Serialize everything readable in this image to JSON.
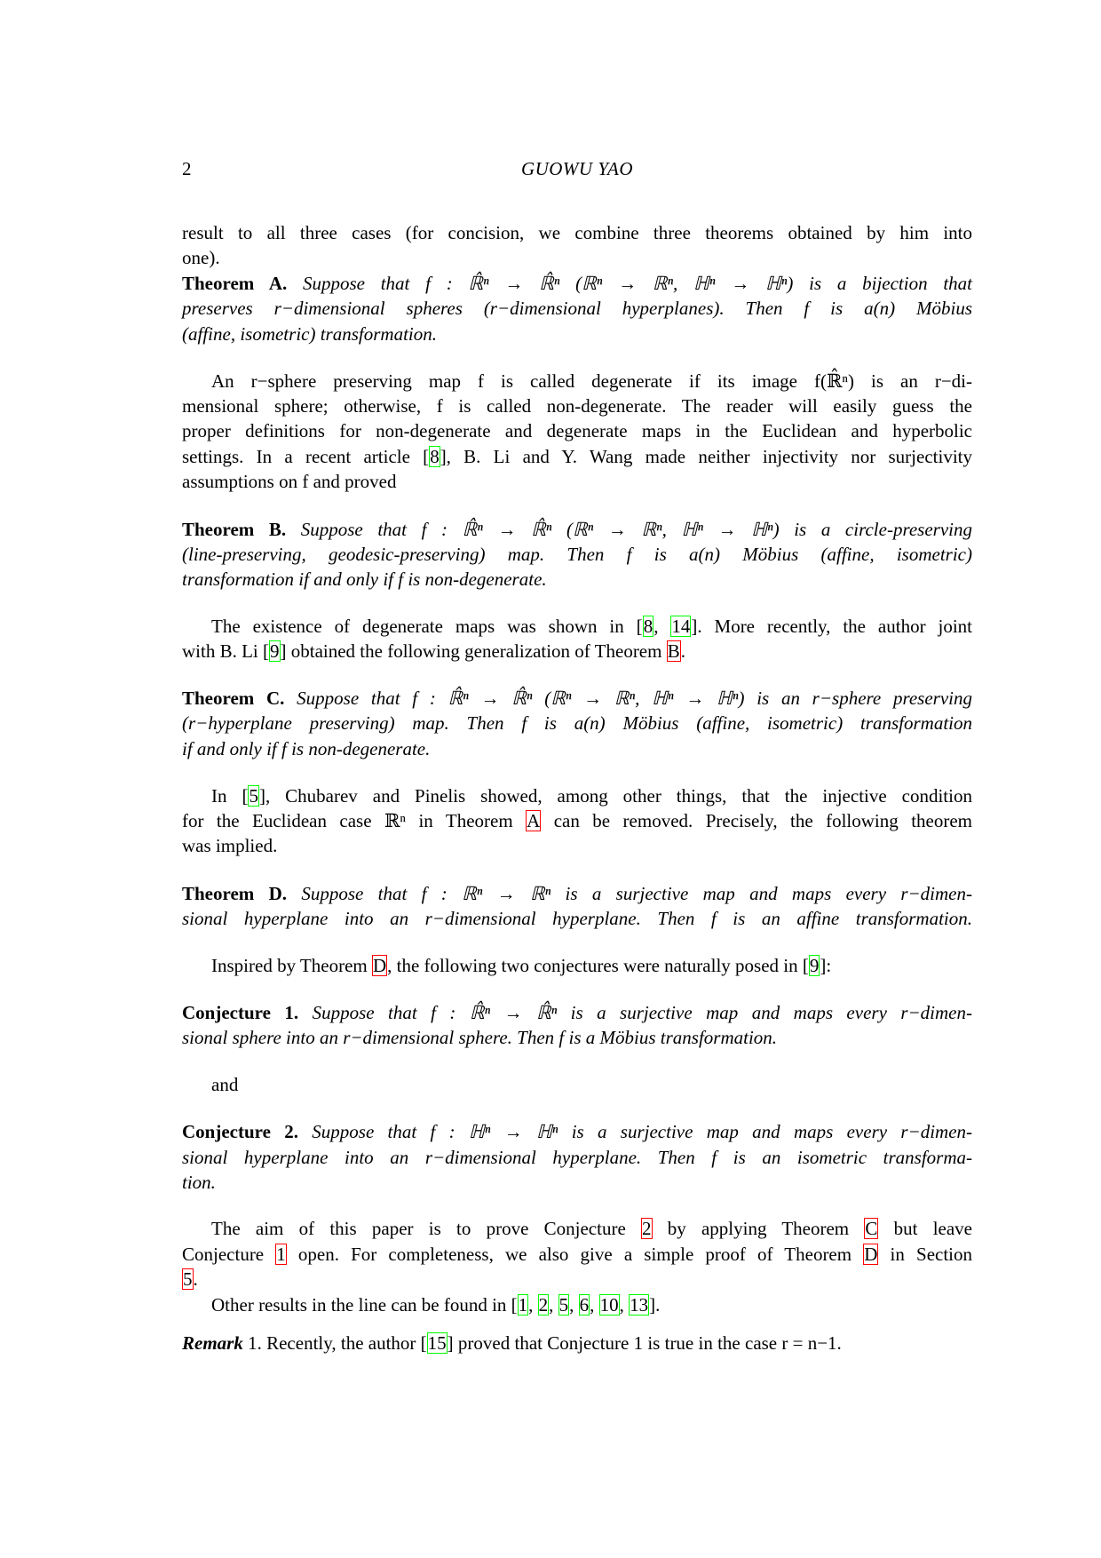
{
  "header": {
    "page_number": "2",
    "running_title": "GUOWU YAO"
  },
  "link_colors": {
    "citation_box": "#00ff00",
    "internal_ref_box": "#ff0000"
  },
  "lines": {
    "l01": "result to all three cases (for concision, we combine three theorems obtained by him into",
    "l02": "one).",
    "thmA_label": "Theorem A.",
    "thmA_1": "Suppose that f : ℝ̂ⁿ → ℝ̂ⁿ (ℝⁿ → ℝⁿ, ℍⁿ → ℍⁿ) is a bijection that",
    "thmA_2": "preserves r−dimensional spheres (r−dimensional hyperplanes).  Then f is a(n) Möbius",
    "thmA_3": "(affine, isometric) transformation.",
    "p1_1": "An r−sphere preserving map f is called degenerate if its image f(ℝ̂ⁿ) is an r−di-",
    "p1_2": "mensional sphere; otherwise, f is called non-degenerate.  The reader will easily guess the",
    "p1_3": "proper definitions for non-degenerate and degenerate maps in the Euclidean and hyperbolic",
    "p1_4a": "settings.  In a recent article [",
    "p1_4b": "], B. Li and Y. Wang made neither injectivity nor surjectivity",
    "p1_5": "assumptions on f and proved",
    "thmB_label": "Theorem B.",
    "thmB_1": "Suppose that f : ℝ̂ⁿ → ℝ̂ⁿ (ℝⁿ → ℝⁿ, ℍⁿ → ℍⁿ) is a circle-preserving",
    "thmB_2": "(line-preserving, geodesic-preserving) map.  Then f is a(n) Möbius (affine, isometric)",
    "thmB_3": "transformation if and only if f is non-degenerate.",
    "p2_1a": "The existence of degenerate maps was shown in [",
    "p2_1b": "]. More recently, the author joint",
    "p2_2a": "with B. Li [",
    "p2_2b": "] obtained the following generalization of Theorem ",
    "thmC_label": "Theorem C.",
    "thmC_1": "Suppose that f : ℝ̂ⁿ → ℝ̂ⁿ (ℝⁿ → ℝⁿ, ℍⁿ → ℍⁿ) is an r−sphere preserving",
    "thmC_2": "(r−hyperplane preserving) map. Then f is a(n) Möbius (affine, isometric) transformation",
    "thmC_3": "if and only if f is non-degenerate.",
    "p3_1a": "In [",
    "p3_1b": "], Chubarev and Pinelis showed, among other things, that the injective condition",
    "p3_2a": "for the Euclidean case ℝⁿ in Theorem ",
    "p3_2b": " can be removed. Precisely, the following theorem",
    "p3_3": "was implied.",
    "thmD_label": "Theorem D.",
    "thmD_1": "Suppose that f : ℝⁿ → ℝⁿ is a surjective map and maps every r−dimen-",
    "thmD_2": "sional hyperplane into an r−dimensional hyperplane. Then f is an affine transformation.",
    "p4_a": "Inspired by Theorem ",
    "p4_b": ", the following two conjectures were naturally posed in [",
    "p4_c": "]:",
    "conj1_label": "Conjecture 1.",
    "conj1_1": "Suppose that f : ℝ̂ⁿ → ℝ̂ⁿ is a surjective map and maps every r−dimen-",
    "conj1_2": "sional sphere into an r−dimensional sphere. Then f is a Möbius transformation.",
    "and": "and",
    "conj2_label": "Conjecture 2.",
    "conj2_1": "Suppose that f : ℍⁿ → ℍⁿ is a surjective map and maps every r−dimen-",
    "conj2_2": "sional hyperplane into an r−dimensional hyperplane. Then f is an isometric transforma-",
    "conj2_3": "tion.",
    "p5_1a": "The aim of this paper is to prove Conjecture ",
    "p5_1b": " by applying Theorem ",
    "p5_1c": " but leave",
    "p5_2a": "Conjecture ",
    "p5_2b": " open. For completeness, we also give a simple proof of Theorem ",
    "p5_2c": " in Section",
    "p5_3b": ".",
    "p6_a": "Other results in the line can be found in [",
    "p6_sep": ", ",
    "p6_c": "].",
    "rem_label": "Remark",
    "rem_a": " 1. Recently, the author [",
    "rem_b": "] proved that Conjecture 1 is true in the case r = n−1."
  },
  "citations": {
    "c8": "8",
    "c8b": "8",
    "c14": "14",
    "c9": "9",
    "c5": "5",
    "c9b": "9",
    "c1": "1",
    "c2": "2",
    "c5b": "5",
    "c6": "6",
    "c10": "10",
    "c13": "13",
    "c15": "15"
  },
  "refs": {
    "thmB": "B",
    "thmA": "A",
    "thmD": "D",
    "conj2": "2",
    "thmC": "C",
    "conj1": "1",
    "thmD2": "D",
    "sec5": "5"
  }
}
